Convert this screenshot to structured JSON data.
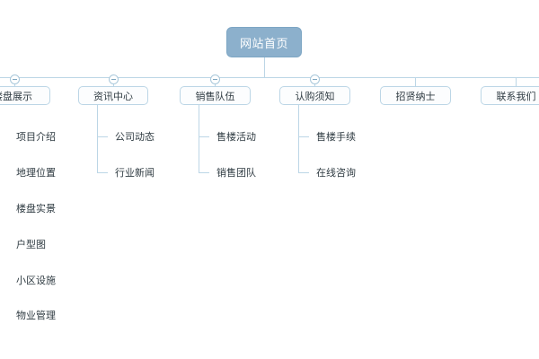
{
  "diagram": {
    "type": "sitemap-tree",
    "title_node": "网站首页",
    "colors": {
      "root_fill": "#8cb0cc",
      "root_text": "#ffffff",
      "node_fill": "#fcfdfe",
      "node_border": "#bcd6e6",
      "connector": "#bcd6e6",
      "text": "#2f3b42",
      "canvas": "#ffffff"
    },
    "root": {
      "label": "网站首页"
    },
    "branches": [
      {
        "label": "楼盘展示",
        "collapse_icon": "minus-circle-icon",
        "has_toggle": true,
        "clipped_left": true,
        "children": [
          {
            "label": "项目介绍"
          },
          {
            "label": "地理位置"
          },
          {
            "label": "楼盘实景"
          },
          {
            "label": "户型图"
          },
          {
            "label": "小区设施"
          },
          {
            "label": "物业管理"
          }
        ]
      },
      {
        "label": "资讯中心",
        "collapse_icon": "minus-circle-icon",
        "has_toggle": true,
        "clipped_left": false,
        "children": [
          {
            "label": "公司动态"
          },
          {
            "label": "行业新闻"
          }
        ]
      },
      {
        "label": "销售队伍",
        "collapse_icon": "minus-circle-icon",
        "has_toggle": true,
        "clipped_left": false,
        "children": [
          {
            "label": "售楼活动"
          },
          {
            "label": "销售团队"
          }
        ]
      },
      {
        "label": "认购须知",
        "collapse_icon": "minus-circle-icon",
        "has_toggle": true,
        "clipped_left": false,
        "children": [
          {
            "label": "售楼手续"
          },
          {
            "label": "在线咨询"
          }
        ]
      },
      {
        "label": "招贤纳士",
        "collapse_icon": "",
        "has_toggle": false,
        "clipped_left": false,
        "children": []
      },
      {
        "label": "联系我们",
        "collapse_icon": "",
        "has_toggle": false,
        "clipped_left": false,
        "children": []
      }
    ]
  }
}
